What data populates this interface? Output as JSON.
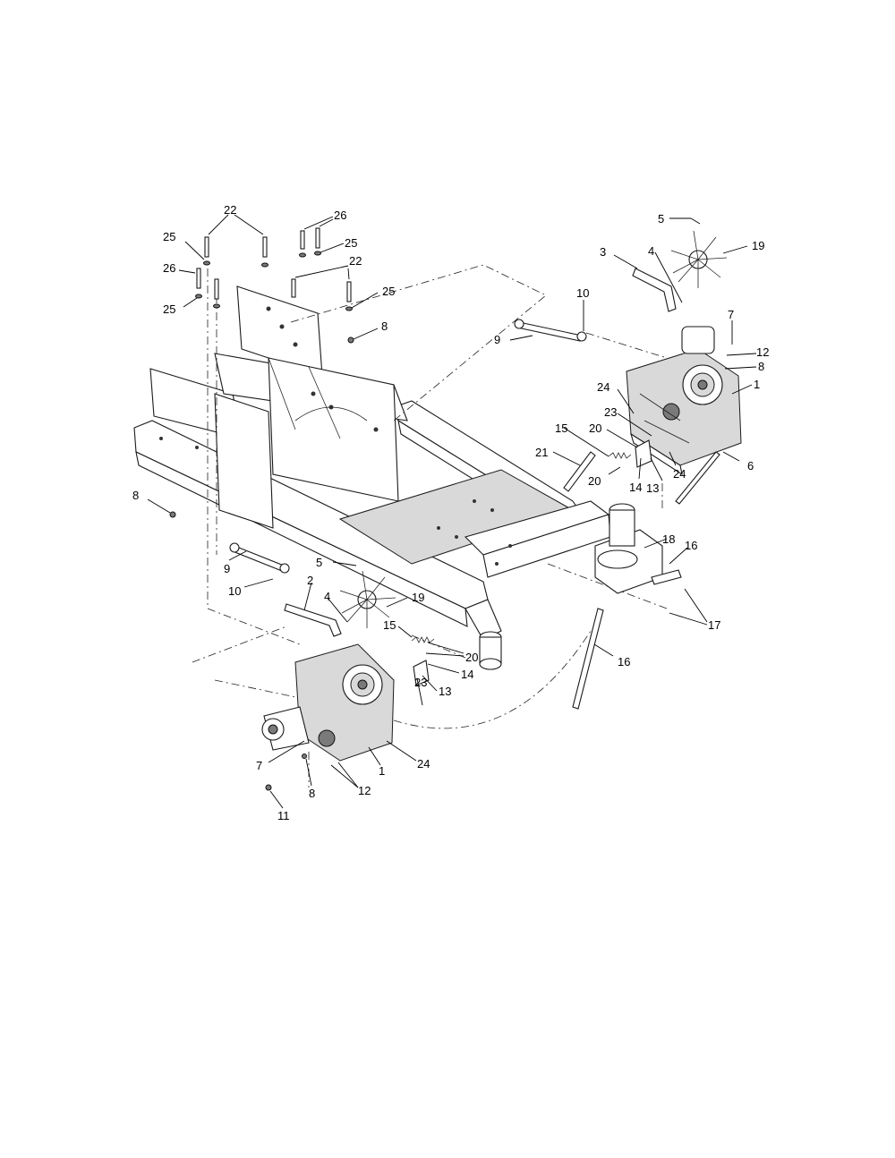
{
  "callouts": {
    "c22a": "22",
    "c25a": "25",
    "c26a": "26",
    "c25b": "25",
    "c26b": "26",
    "c25c": "25",
    "c22b": "22",
    "c25d": "25",
    "c8a": "8",
    "c8b": "8",
    "c5a": "5",
    "c19a": "19",
    "c3": "3",
    "c4a": "4",
    "c10a": "10",
    "c9a": "9",
    "c7a": "7",
    "c12a": "12",
    "c8c": "8",
    "c1a": "1",
    "c24a": "24",
    "c23a": "23",
    "c20a": "20",
    "c15a": "15",
    "c21": "21",
    "c20b": "20",
    "c14a": "14",
    "c13a": "13",
    "c24b": "24",
    "c6": "6",
    "c18": "18",
    "c16a": "16",
    "c17": "17",
    "c16b": "16",
    "c9b": "9",
    "c10b": "10",
    "c5b": "5",
    "c2": "2",
    "c4b": "4",
    "c19b": "19",
    "c15b": "15",
    "c20c": "20",
    "c14b": "14",
    "c13b": "13",
    "c23b": "23",
    "c7b": "7",
    "c8d": "8",
    "c12b": "12",
    "c1b": "1",
    "c24c": "24",
    "c11": "11"
  }
}
